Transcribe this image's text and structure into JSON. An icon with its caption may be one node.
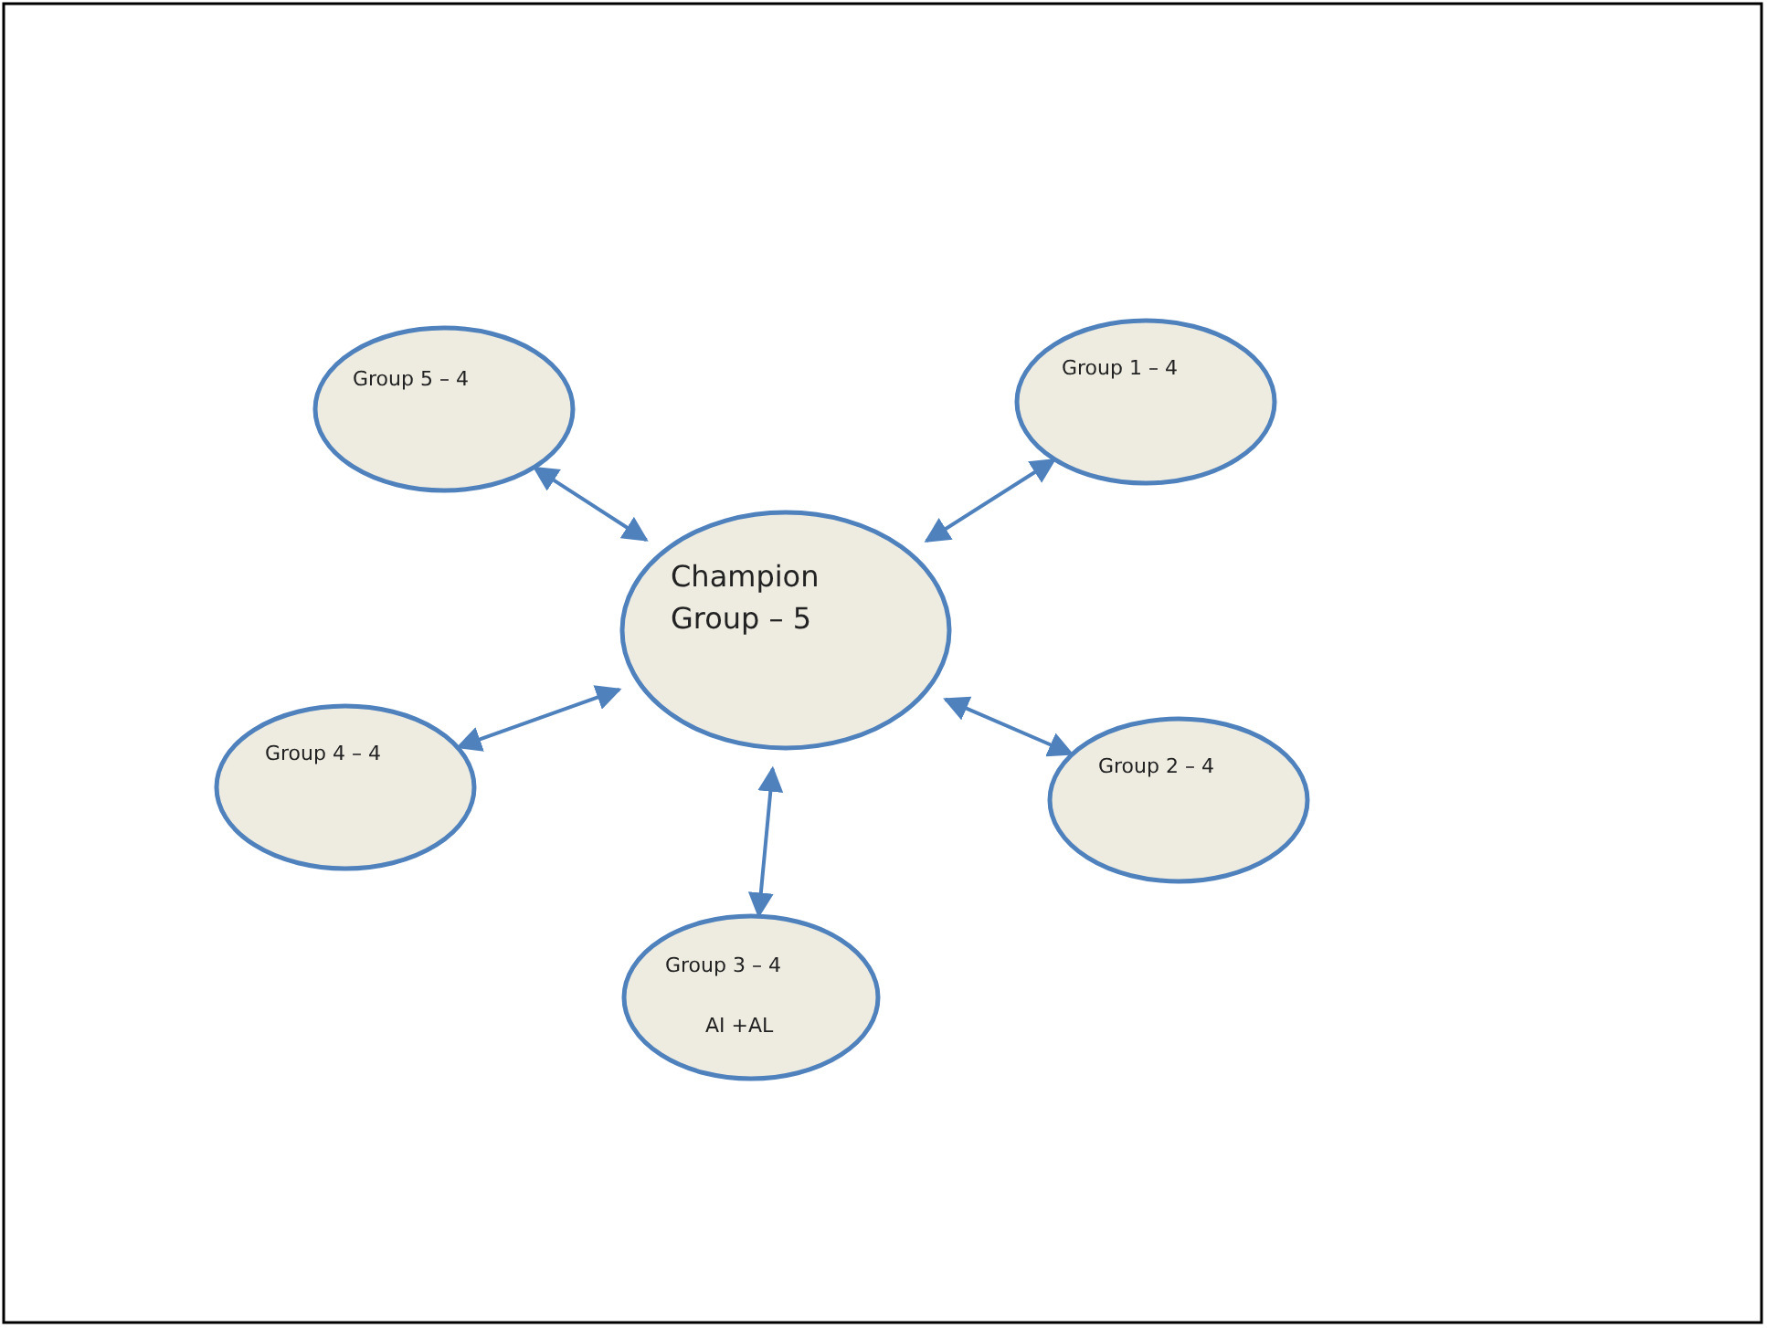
{
  "diagram": {
    "nodes": [
      {
        "text": [
          "Champion Group – 5"
        ]
      },
      {
        "text": [
          "Group 5 – 4"
        ]
      },
      {
        "text": [
          "Group 1 – 4"
        ]
      },
      {
        "text": [
          "Group 4 – 4"
        ]
      },
      {
        "text": [
          "Group 2 – 4"
        ]
      },
      {
        "text": [
          "Group 3 – 4",
          "AI +AL"
        ]
      }
    ],
    "edges": [
      {
        "from": 1,
        "to": 0,
        "arrow": "both"
      },
      {
        "from": 2,
        "to": 0,
        "arrow": "both"
      },
      {
        "from": 3,
        "to": 0,
        "arrow": "both"
      },
      {
        "from": 4,
        "to": 0,
        "arrow": "both"
      },
      {
        "from": 5,
        "to": 0,
        "arrow": "both"
      }
    ]
  }
}
